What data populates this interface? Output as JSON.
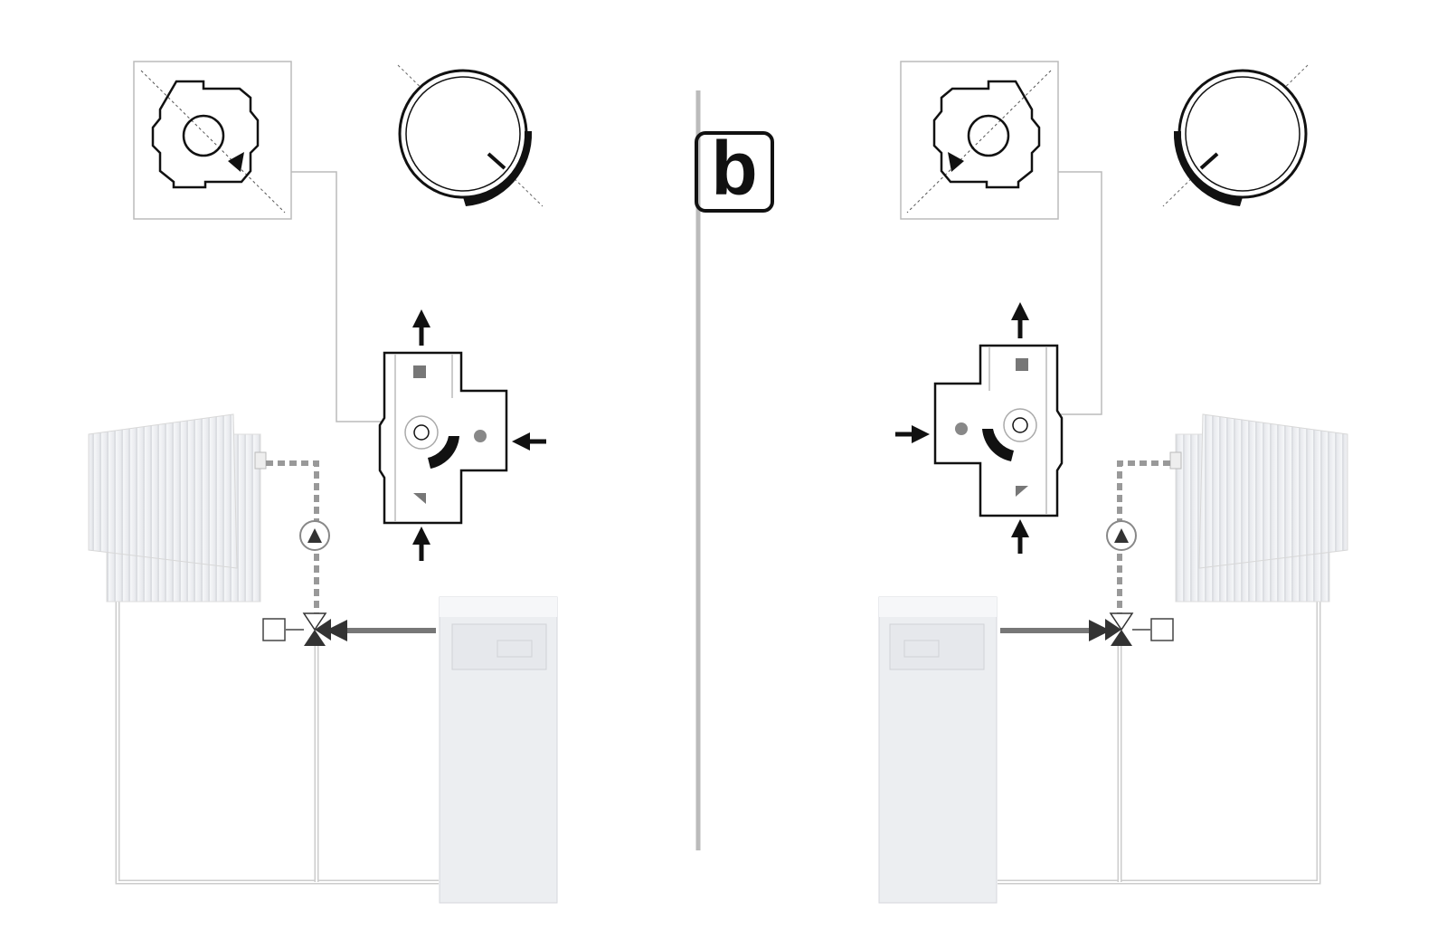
{
  "variant_label": "b",
  "colors": {
    "line": "#111111",
    "pipe": "#cfcfcf",
    "gray": "#808080",
    "panel": "#eeeff2"
  },
  "panels": [
    {
      "side": "left",
      "icons": [
        "valve-insert-icon",
        "knob-icon",
        "mixing-valve-icon",
        "radiator-icon",
        "pump-icon",
        "three-way-valve-icon",
        "boiler-icon"
      ]
    },
    {
      "side": "right",
      "icons": [
        "valve-insert-icon",
        "knob-icon",
        "mixing-valve-icon",
        "radiator-icon",
        "pump-icon",
        "three-way-valve-icon",
        "boiler-icon"
      ]
    }
  ]
}
